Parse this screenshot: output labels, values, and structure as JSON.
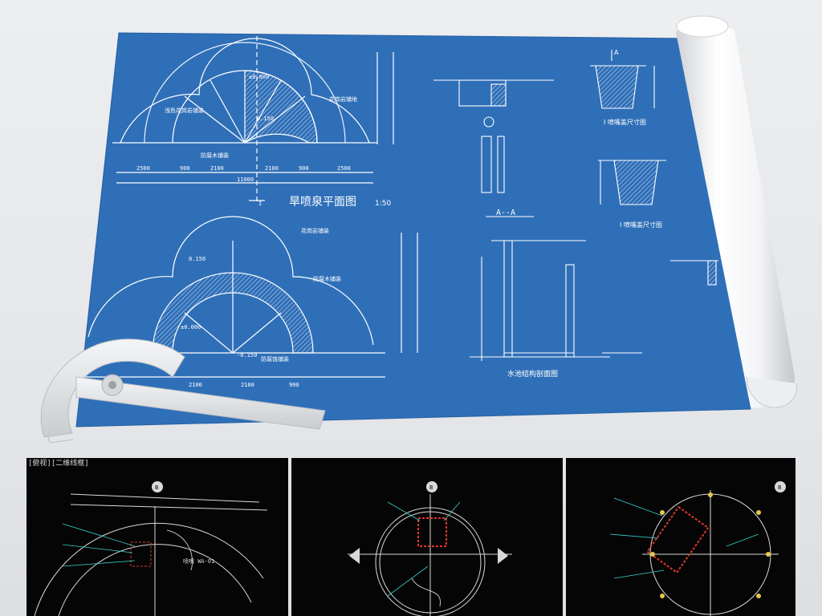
{
  "blueprint": {
    "title_plan": "旱喷泉平面图",
    "title_scale": "1:50",
    "section_title": "A--A",
    "elev_title": "水池结构剖面图",
    "detail_title_1": "I 喷嘴盖尺寸图",
    "detail_title_2": "I 喷嘴盖尺寸图",
    "section_marker": "I",
    "marker_a": "A",
    "plan_notes": [
      "花岗岩铺地",
      "浅色花岗岩铺装",
      "防腐木铺装"
    ],
    "lower_notes": [
      "花岗岩铺装",
      "防腐木铺装",
      "防腐蚀铺装"
    ],
    "dims_top": [
      "2500",
      "900",
      "2100",
      "2100",
      "900",
      "2500"
    ],
    "dims_total": "11000",
    "dims_lower": [
      "2100",
      "2100",
      "900"
    ],
    "levels": [
      "0.150",
      "-0.150",
      "±0.000"
    ]
  },
  "cad_panels": [
    {
      "caption": "[俯视][二维线框]",
      "tag": "喷嘴 WA-01",
      "marker": "B"
    },
    {
      "marker": "B"
    },
    {
      "marker": "B"
    }
  ],
  "colors": {
    "blueprint": "#2f6fb8",
    "line": "#ffffff",
    "cad_red": "#e0392b",
    "cad_cyan": "#39d3d3",
    "cad_yellow": "#e6c84a"
  }
}
